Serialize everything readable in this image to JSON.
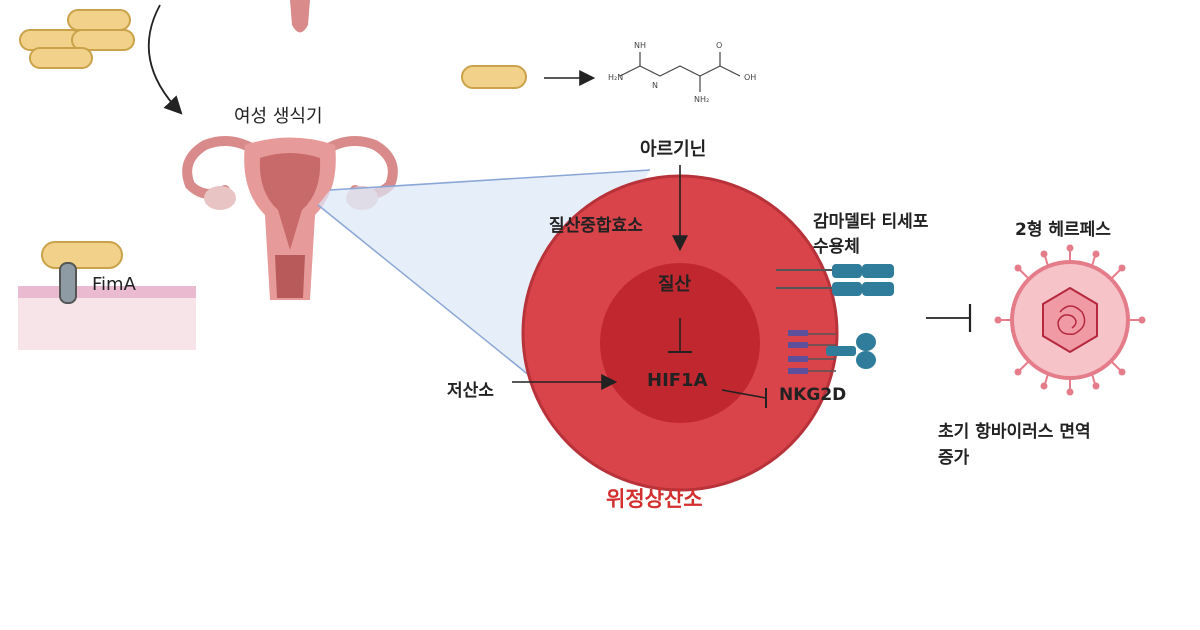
{
  "labels": {
    "female_reproductive_tract": "여성 생식기",
    "fima": "FimA",
    "arginine": "아르기닌",
    "nos": "질산중합효소",
    "nitrate": "질산",
    "hif1a": "HIF1A",
    "hypoxia": "저산소",
    "nkg2d": "NKG2D",
    "gamma_delta_tcr_line1": "감마델타 티세포",
    "gamma_delta_tcr_line2": "수용체",
    "hsv2": "2형 헤르페스",
    "antiviral_line1": "초기 항바이러스 면역",
    "antiviral_line2": "증가",
    "physiologic_hypoxia": "위정상산소"
  },
  "colors": {
    "cell_outer": "#d9434a",
    "cell_inner": "#c0272e",
    "accent_red": "#d32f2f",
    "receptor_blue": "#2f7d9a",
    "receptor_purple": "#5d4f9a",
    "bacteria_fill": "#f2d28a",
    "virus_pink": "#e57c8a"
  }
}
